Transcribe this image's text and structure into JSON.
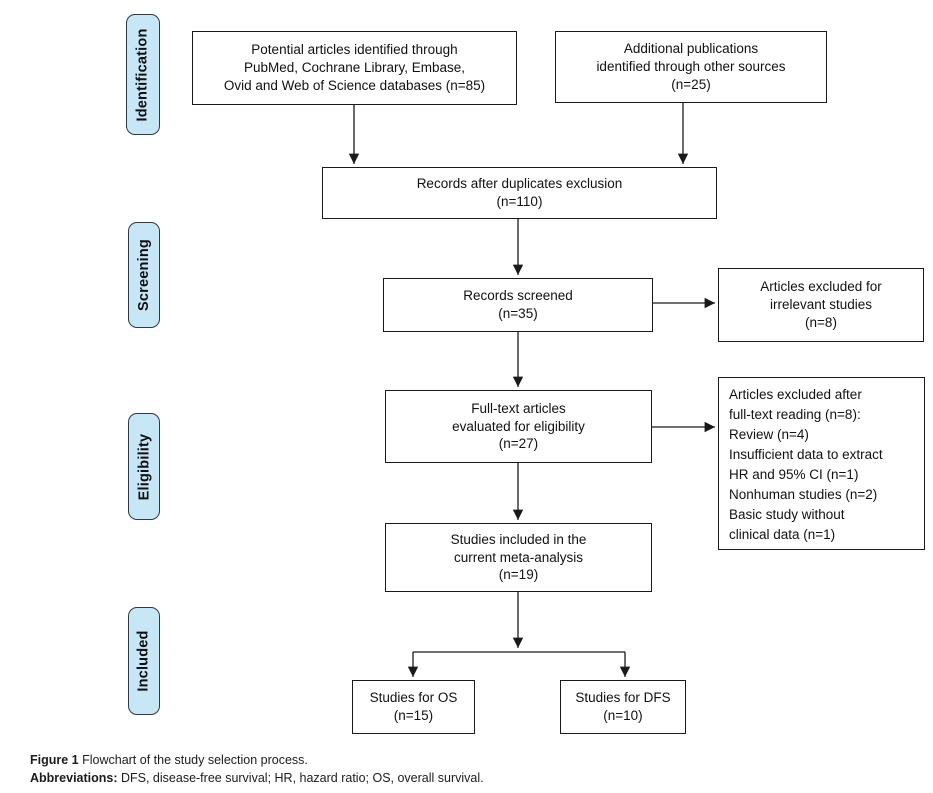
{
  "stages": [
    {
      "label": "Identification"
    },
    {
      "label": "Screening"
    },
    {
      "label": "Eligibility"
    },
    {
      "label": "Included"
    }
  ],
  "boxes": {
    "databases": "Potential articles identified through\nPubMed, Cochrane Library, Embase,\nOvid and Web of Science databases (n=85)",
    "other_sources": "Additional publications\nidentified through other sources\n(n=25)",
    "after_duplicates": "Records after duplicates exclusion\n(n=110)",
    "screened": "Records screened\n(n=35)",
    "excluded_irrelevant": "Articles excluded for\nirrelevant studies\n(n=8)",
    "fulltext": "Full-text articles\nevaluated for eligibility\n(n=27)",
    "excluded_fulltext": "Articles excluded after\nfull-text reading (n=8):\nReview (n=4)\nInsufficient data to extract\nHR and 95% CI (n=1)\nNonhuman studies (n=2)\nBasic study without\nclinical data (n=1)",
    "included_meta": "Studies included in the\ncurrent meta-analysis\n(n=19)",
    "os": "Studies for OS\n(n=15)",
    "dfs": "Studies for DFS\n(n=10)"
  },
  "caption": {
    "figure_label": "Figure 1",
    "figure_text": " Flowchart of the study selection process.",
    "abbr_label": "Abbreviations:",
    "abbr_text": " DFS, disease-free survival; HR, hazard ratio; OS, overall survival."
  },
  "colors": {
    "stage_fill": "#c7e6f6",
    "line_color": "#1a1a1a"
  }
}
